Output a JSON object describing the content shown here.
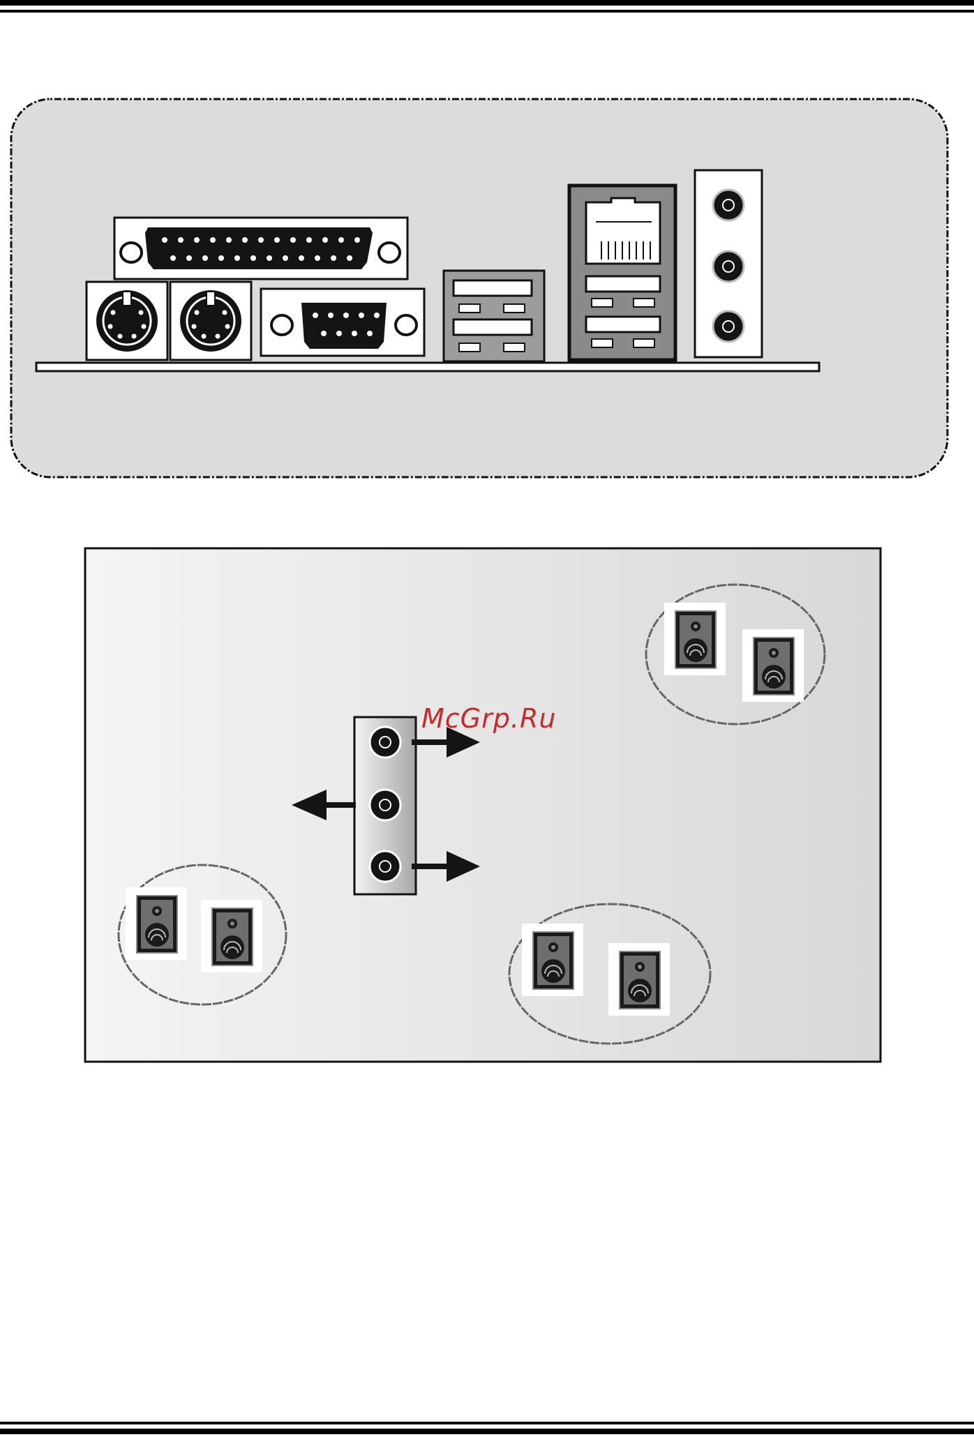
{
  "watermark": "McGrp.Ru",
  "colors": {
    "panel_fill": "#dcdcdc",
    "port_fill": "#ffffff",
    "port_dark": "#141414",
    "port_gray": "#9c9c9c",
    "watermark": "#c62a2a"
  },
  "back_panel": {
    "connectors": [
      "ps2-mouse-port",
      "ps2-keyboard-port",
      "parallel-port",
      "serial-port",
      "usb-ports",
      "lan-port",
      "audio-jacks"
    ]
  },
  "audio_diagram": {
    "jacks": [
      "line-out-jack",
      "line-in-jack",
      "mic-in-jack"
    ],
    "speaker_groups": 3
  }
}
